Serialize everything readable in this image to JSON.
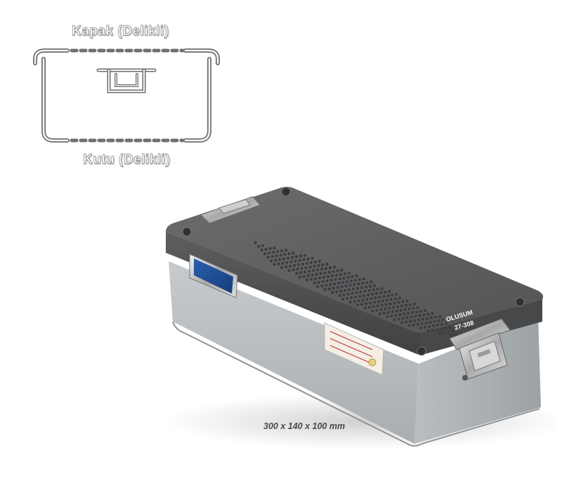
{
  "schema": {
    "lid_label": "Kapak (Delikli)",
    "box_label": "Kutu (Delikli)"
  },
  "product": {
    "brand": "OLUSUM",
    "model": "27-308",
    "dimensions": "300 x 140 x 100 mm",
    "colors": {
      "lid": "#5a5c5e",
      "body": "#b5babd",
      "id_plate": "#1f4f9a",
      "label_stripe": "#c72828"
    }
  }
}
